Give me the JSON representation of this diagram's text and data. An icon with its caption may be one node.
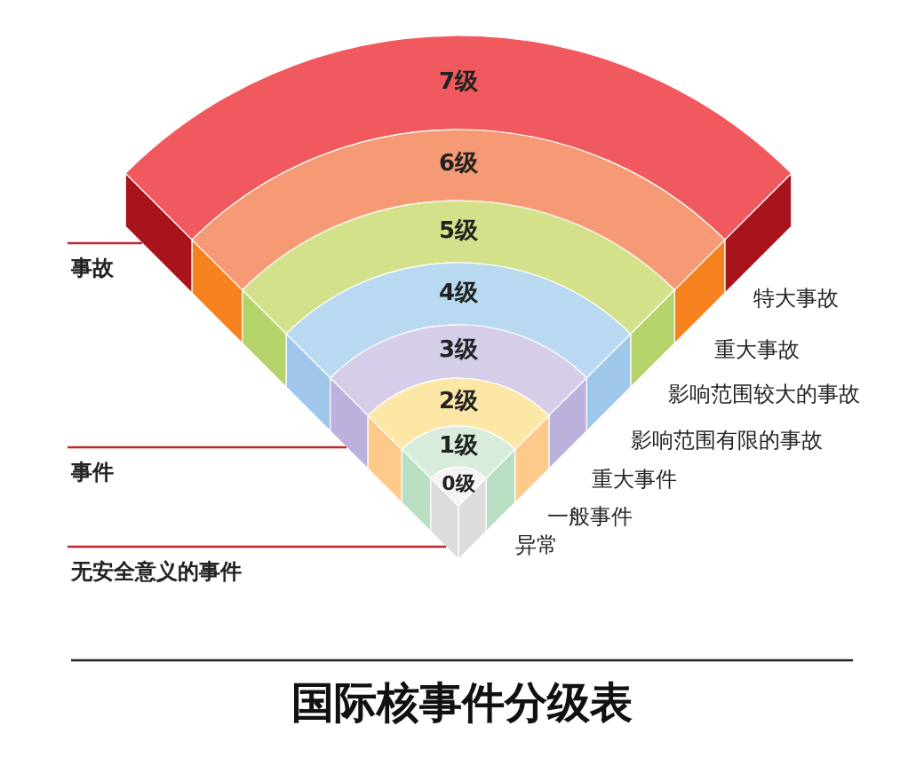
{
  "diagram": {
    "title": "国际核事件分级表",
    "nodes": [
      {
        "text": [
          "7级"
        ],
        "beside": [
          "特大事故"
        ]
      },
      {
        "text": [
          "6级"
        ],
        "beside": [
          "重大事故"
        ]
      },
      {
        "text": [
          "5级"
        ],
        "beside": [
          "影响范围较大的事故"
        ]
      },
      {
        "text": [
          "4级"
        ],
        "beside": [
          "影响范围有限的事故"
        ]
      },
      {
        "text": [
          "3级"
        ],
        "beside": [
          "重大事件"
        ]
      },
      {
        "text": [
          "2级"
        ],
        "beside": [
          "一般事件"
        ]
      },
      {
        "text": [
          "1级"
        ],
        "beside": [
          "异常"
        ]
      },
      {
        "text": [
          "0级"
        ]
      },
      {
        "text": [
          "事故"
        ]
      },
      {
        "text": [
          "事件"
        ]
      },
      {
        "text": [
          "无安全意义的事件"
        ]
      }
    ],
    "edges": [
      {
        "from": 8,
        "to": 0,
        "arrow": "none"
      },
      {
        "from": 9,
        "to": 4,
        "arrow": "none"
      },
      {
        "from": 10,
        "to": 7,
        "arrow": "none"
      }
    ]
  }
}
